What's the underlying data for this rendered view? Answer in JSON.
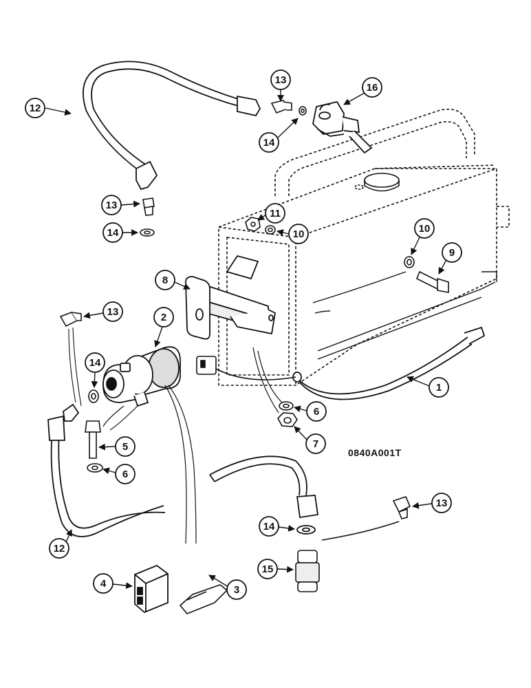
{
  "diagram": {
    "reference_code": "0840A001T",
    "callouts": [
      {
        "id": "c12a",
        "label": "12"
      },
      {
        "id": "c13a",
        "label": "13"
      },
      {
        "id": "c14a",
        "label": "14"
      },
      {
        "id": "c16",
        "label": "16"
      },
      {
        "id": "c13b",
        "label": "13"
      },
      {
        "id": "c14b",
        "label": "14"
      },
      {
        "id": "c11",
        "label": "11"
      },
      {
        "id": "c10a",
        "label": "10"
      },
      {
        "id": "c10b",
        "label": "10"
      },
      {
        "id": "c9",
        "label": "9"
      },
      {
        "id": "c8",
        "label": "8"
      },
      {
        "id": "c13c",
        "label": "13"
      },
      {
        "id": "c2",
        "label": "2"
      },
      {
        "id": "c14c",
        "label": "14"
      },
      {
        "id": "c1",
        "label": "1"
      },
      {
        "id": "c6a",
        "label": "6"
      },
      {
        "id": "c7",
        "label": "7"
      },
      {
        "id": "c5",
        "label": "5"
      },
      {
        "id": "c6b",
        "label": "6"
      },
      {
        "id": "c13d",
        "label": "13"
      },
      {
        "id": "c14d",
        "label": "14"
      },
      {
        "id": "c12b",
        "label": "12"
      },
      {
        "id": "c15",
        "label": "15"
      },
      {
        "id": "c4",
        "label": "4"
      },
      {
        "id": "c3",
        "label": "3"
      }
    ]
  }
}
